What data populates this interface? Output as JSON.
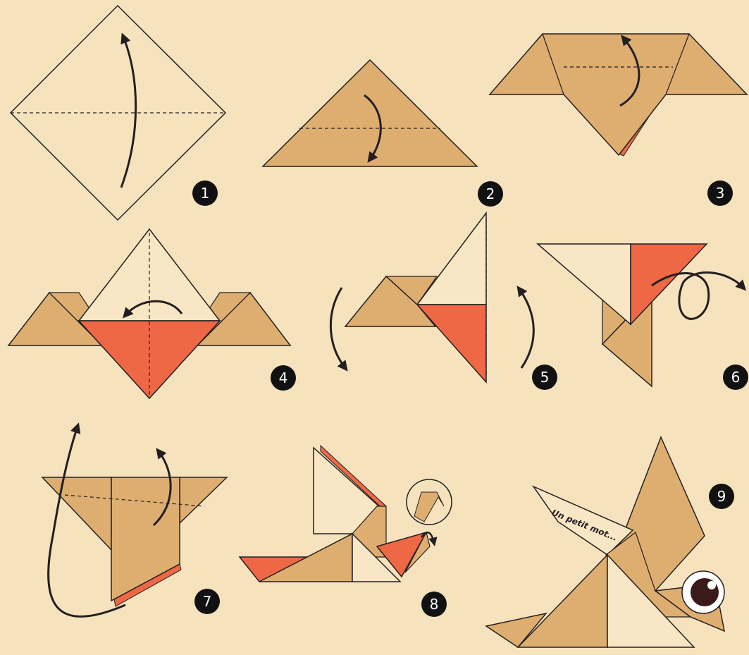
{
  "colors": {
    "background": "#f6e3bd",
    "paper_brown": "#deae71",
    "paper_light": "#f8e6c4",
    "paper_red": "#ef6846",
    "line": "#231f20",
    "badge": "#111111",
    "eye": "#3a1a1a"
  },
  "steps": [
    {
      "number": "1"
    },
    {
      "number": "2"
    },
    {
      "number": "3"
    },
    {
      "number": "4"
    },
    {
      "number": "5"
    },
    {
      "number": "6"
    },
    {
      "number": "7"
    },
    {
      "number": "8"
    },
    {
      "number": "9"
    }
  ],
  "message_label": "Un petit mot..."
}
